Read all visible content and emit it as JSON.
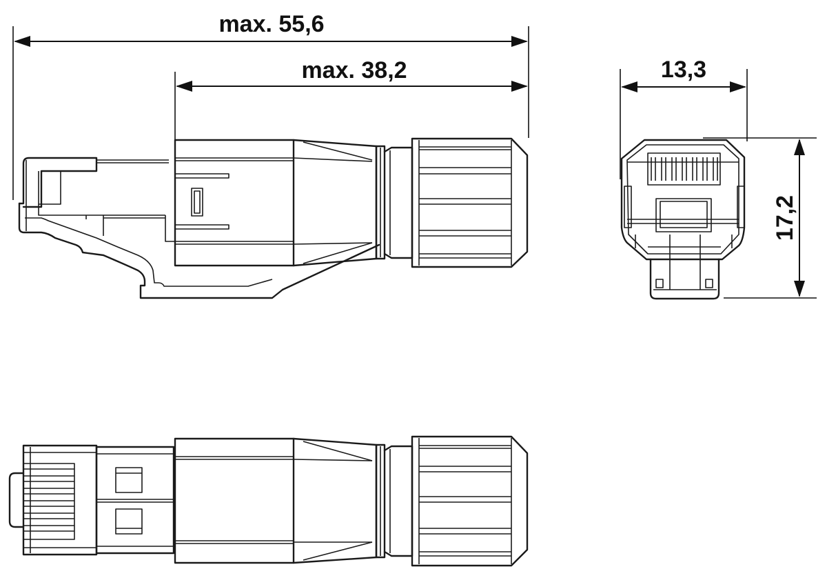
{
  "drawing": {
    "subject": "RJ45 connector dimension drawing",
    "units": "mm",
    "line_color": "#1a1a1a",
    "background": "#ffffff"
  },
  "dimensions": {
    "overall_length": {
      "label": "max. 55,6"
    },
    "body_length": {
      "label": "max. 38,2"
    },
    "width": {
      "label": "13,3"
    },
    "height": {
      "label": "17,2"
    }
  },
  "views": [
    {
      "name": "side-view"
    },
    {
      "name": "front-view"
    },
    {
      "name": "top-view"
    }
  ]
}
